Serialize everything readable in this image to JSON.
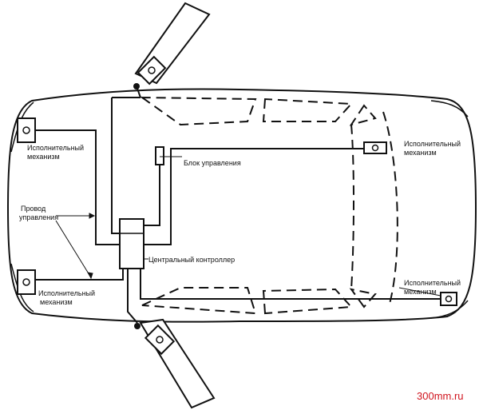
{
  "labels": {
    "actuator_rear_left": [
      "Исполнительный",
      "механизм"
    ],
    "actuator_front_right": [
      "Исполнительный",
      "механизм"
    ],
    "control_block": "Блок управления",
    "control_wire": [
      "Провод",
      "управления"
    ],
    "central_controller": "Центральный контроллер",
    "actuator_rear_right": [
      "Исполнительный",
      "механизм"
    ],
    "actuator_front_lower": [
      "Исполнительный",
      "механизм"
    ]
  },
  "watermark": "300mm.ru"
}
